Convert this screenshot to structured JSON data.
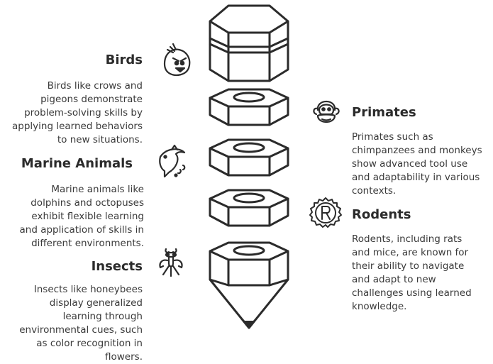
{
  "birds": {
    "title": "Birds",
    "desc": [
      "Birds like crows and",
      "pigeons demonstrate",
      "problem-solving skills by",
      "applying learned behaviors",
      "to new situations."
    ]
  },
  "marine": {
    "title": "Marine Animals",
    "desc": [
      "Marine animals like",
      "dolphins and octopuses",
      "exhibit flexible learning",
      "and application of skills in",
      "different environments."
    ]
  },
  "insects": {
    "title": "Insects",
    "desc": [
      "Insects like honeybees",
      "display generalized",
      "learning through",
      "environmental cues, such",
      "as color recognition in",
      "flowers."
    ]
  },
  "primates": {
    "title": "Primates",
    "desc": [
      "Primates such as",
      "chimpanzees and monkeys",
      "show advanced tool use",
      "and adaptability in various",
      "contexts."
    ]
  },
  "rodents": {
    "title": "Rodents",
    "desc": [
      "Rodents, including rats",
      "and mice, are known for",
      "their ability to navigate",
      "and adapt to new",
      "challenges using learned",
      "knowledge."
    ]
  },
  "icons": {
    "birds": "bird-icon",
    "marine": "dolphin-icon",
    "insects": "mantis-icon",
    "primates": "monkey-icon",
    "rodents": "registered-seal-icon"
  },
  "colors": {
    "stroke": "#2b2b2b",
    "text": "#3a3a3a",
    "background": "#ffffff"
  }
}
